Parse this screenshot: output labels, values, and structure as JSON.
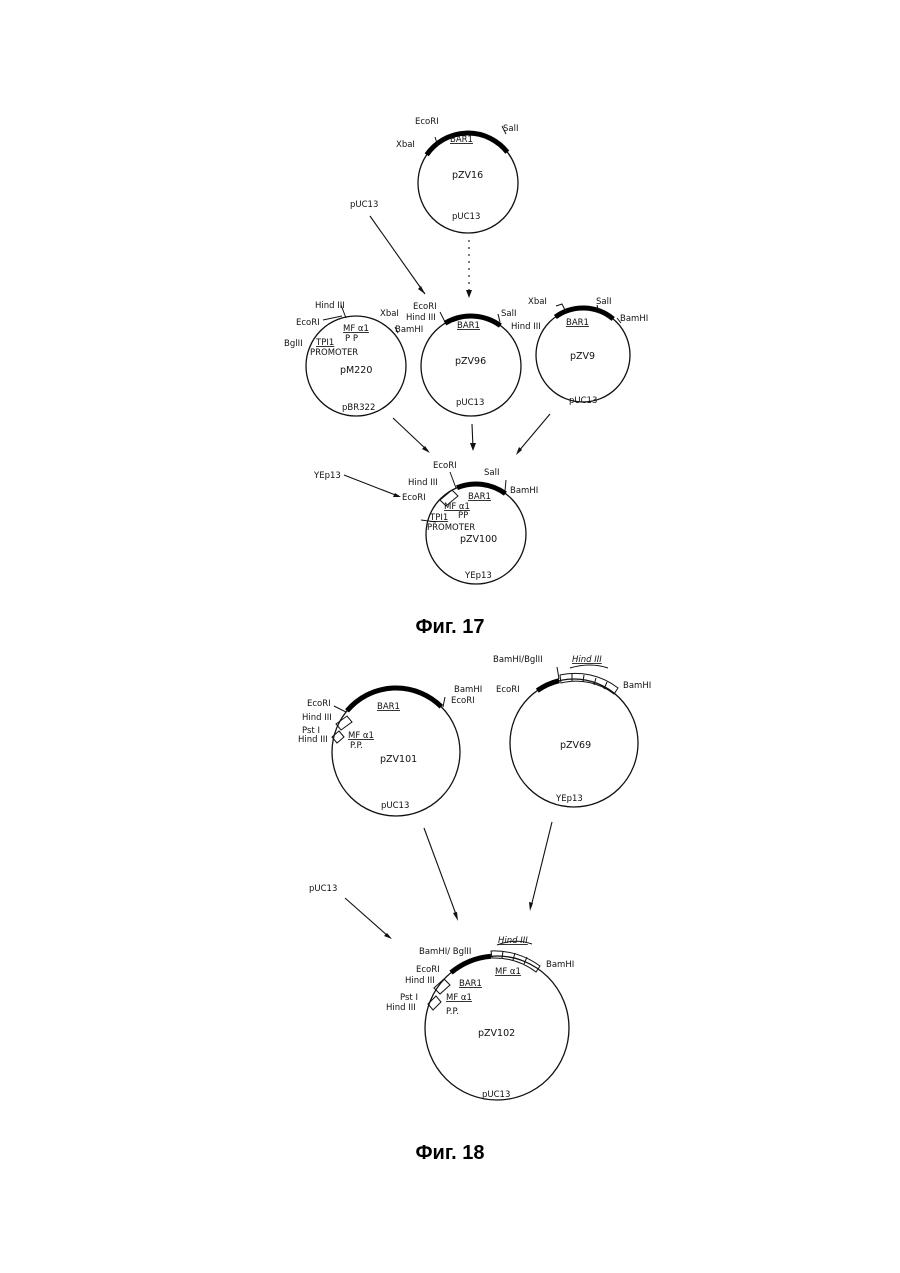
{
  "captions": {
    "fig17": "Фиг. 17",
    "fig18": "Фиг. 18"
  },
  "fig17": {
    "pZV16": {
      "name": "pZV16",
      "vector": "pUC13",
      "sites": {
        "ecori": "EcoRI",
        "xbai": "XbaI",
        "sali": "SalI"
      },
      "gene": "BAR1"
    },
    "pUC13_source": "pUC13",
    "pM220": {
      "name": "pM220",
      "vector": "pBR322",
      "sites": {
        "hindiii": "Hind III",
        "ecori": "EcoRI",
        "bglii": "BglII",
        "xbai": "XbaI",
        "bamhi": "BamHI"
      },
      "tpi": "TPI1",
      "promoter": "PROMOTER",
      "mf": "MF α1",
      "pp": "P P"
    },
    "pZV96": {
      "name": "pZV96",
      "vector": "pUC13",
      "sites": {
        "ecori": "EcoRI",
        "hindiii": "Hind III",
        "sali": "SalI"
      },
      "gene": "BAR1"
    },
    "pZV9": {
      "name": "pZV9",
      "vector": "pUC13",
      "sites": {
        "xbai": "XbaI",
        "sali": "SalI",
        "hindiii": "Hind III",
        "bamhi": "BamHI"
      },
      "gene": "BAR1"
    },
    "YEp13_source": "YEp13",
    "pZV100": {
      "name": "pZV100",
      "vector": "YEp13",
      "sites": {
        "ecori_top": "EcoRI",
        "hindiii": "Hind III",
        "sali": "SalI",
        "bamhi": "BamHI",
        "ecori": "EcoRI"
      },
      "gene": "BAR1",
      "mf": "MF α1",
      "pp": "PP",
      "tpi": "TPI1",
      "promoter": "PROMOTER"
    }
  },
  "fig18": {
    "pZV101": {
      "name": "pZV101",
      "vector": "pUC13",
      "sites": {
        "ecori": "EcoRI",
        "hindiii": "Hind III",
        "psti": "Pst I",
        "hindiii2": "Hind III",
        "bamhi": "BamHI",
        "ecori2": "EcoRI"
      },
      "gene": "BAR1",
      "mf": "MF α1",
      "pp": "P.P."
    },
    "pZV69": {
      "name": "pZV69",
      "vector": "YEp13",
      "sites": {
        "bamhi_bglii": "BamHI/BglII",
        "hindiii": "Hind III",
        "ecori": "EcoRI",
        "bamhi": "BamHI"
      }
    },
    "pUC13_source": "pUC13",
    "pZV102": {
      "name": "pZV102",
      "vector": "pUC13",
      "sites": {
        "bamhi_bglii": "BamHI/ BglII",
        "hindiii_top": "Hind III",
        "bamhi": "BamHI",
        "ecori": "EcoRI",
        "hindiii": "Hind III",
        "psti": "Pst I",
        "hindiii2": "Hind III"
      },
      "gene": "BAR1",
      "mf_top": "MF α1",
      "mf": "MF α1",
      "pp": "P.P."
    }
  }
}
